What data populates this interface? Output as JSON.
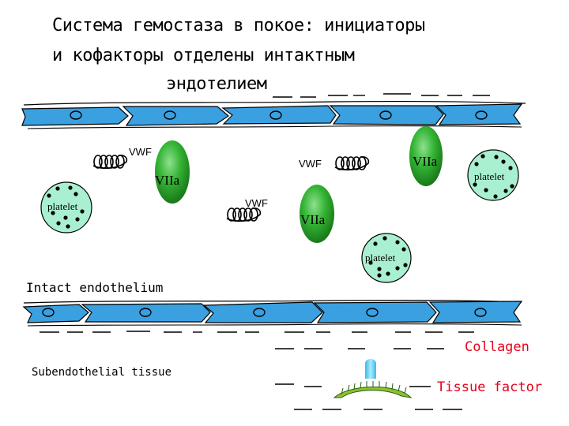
{
  "title_lines": [
    "Система гемостаза в покое: инициаторы",
    "и кофакторы отделены интактным",
    "эндотелием"
  ],
  "labels": {
    "vwf": "VWF",
    "viia": "VIIa",
    "platelet": "platelet",
    "intact_endothelium": "Intact endothelium",
    "subendothelial_tissue": "Subendothelial tissue",
    "collagen": "Collagen",
    "tissue_factor": "Tissue factor"
  },
  "colors": {
    "endothelial_cell": "#3aa0e0",
    "platelet_fill": "#a8f0d0",
    "viia_green": "#2ea82e",
    "tissue_factor_cyan": "#6fd0f0",
    "tissue_factor_base": "#8fc030",
    "annotation_red": "#e8001c"
  }
}
